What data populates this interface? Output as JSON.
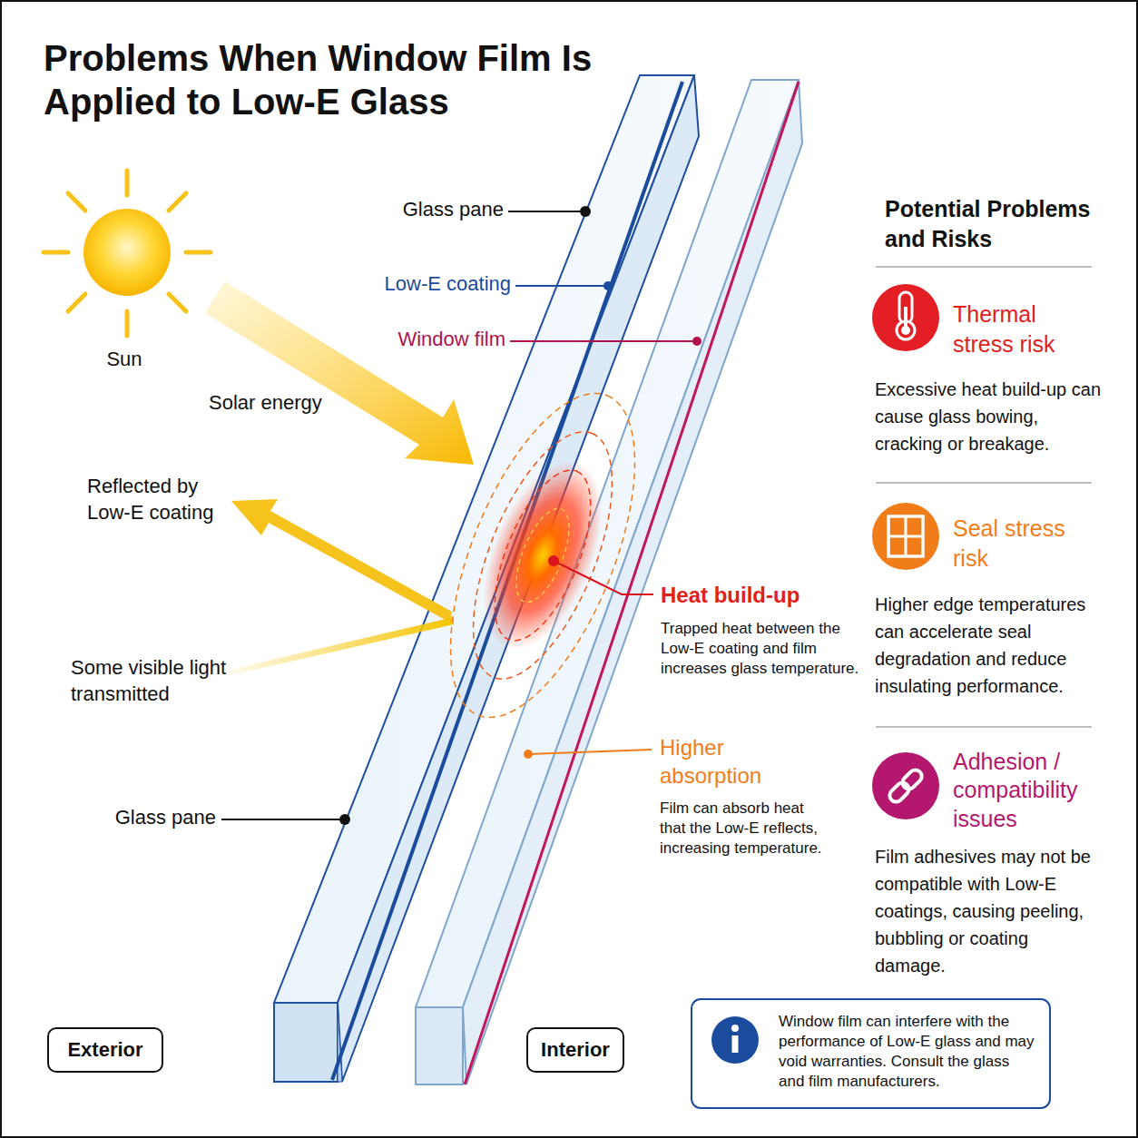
{
  "diagram": {
    "title": "Problems When Window Film Is Applied to Low-E Glass",
    "nodes": [
      {
        "text": [
          "Exterior"
        ]
      },
      {
        "text": [
          "Interior"
        ]
      },
      {
        "text": [
          "Window film can interfere with the performance of Low-E glass and may void warranties. Consult the glass and film manufacturers."
        ]
      }
    ],
    "labels": [
      "Sun",
      "Solar energy",
      "Reflected by Low-E coating",
      "Some visible light transmitted",
      "Glass pane",
      "Low-E coating",
      "Window film",
      "Heat build-up",
      "Trapped heat between the Low-E coating and film increases glass temperature.",
      "Higher absorption",
      "Film can absorb heat that the Low-E reflects, increasing temperature.",
      "Glass pane",
      "Potential Problems and Risks",
      "Thermal stress risk",
      "Excessive heat build-up can cause glass bowing, cracking or breakage.",
      "Seal stress risk",
      "Higher edge temperatures can accelerate seal degradation and reduce insulating performance.",
      "Adhesion / compatibility issues",
      "Film adhesives may not be compatible with Low-E coatings, causing peeling, bubbling or coating damage."
    ]
  }
}
